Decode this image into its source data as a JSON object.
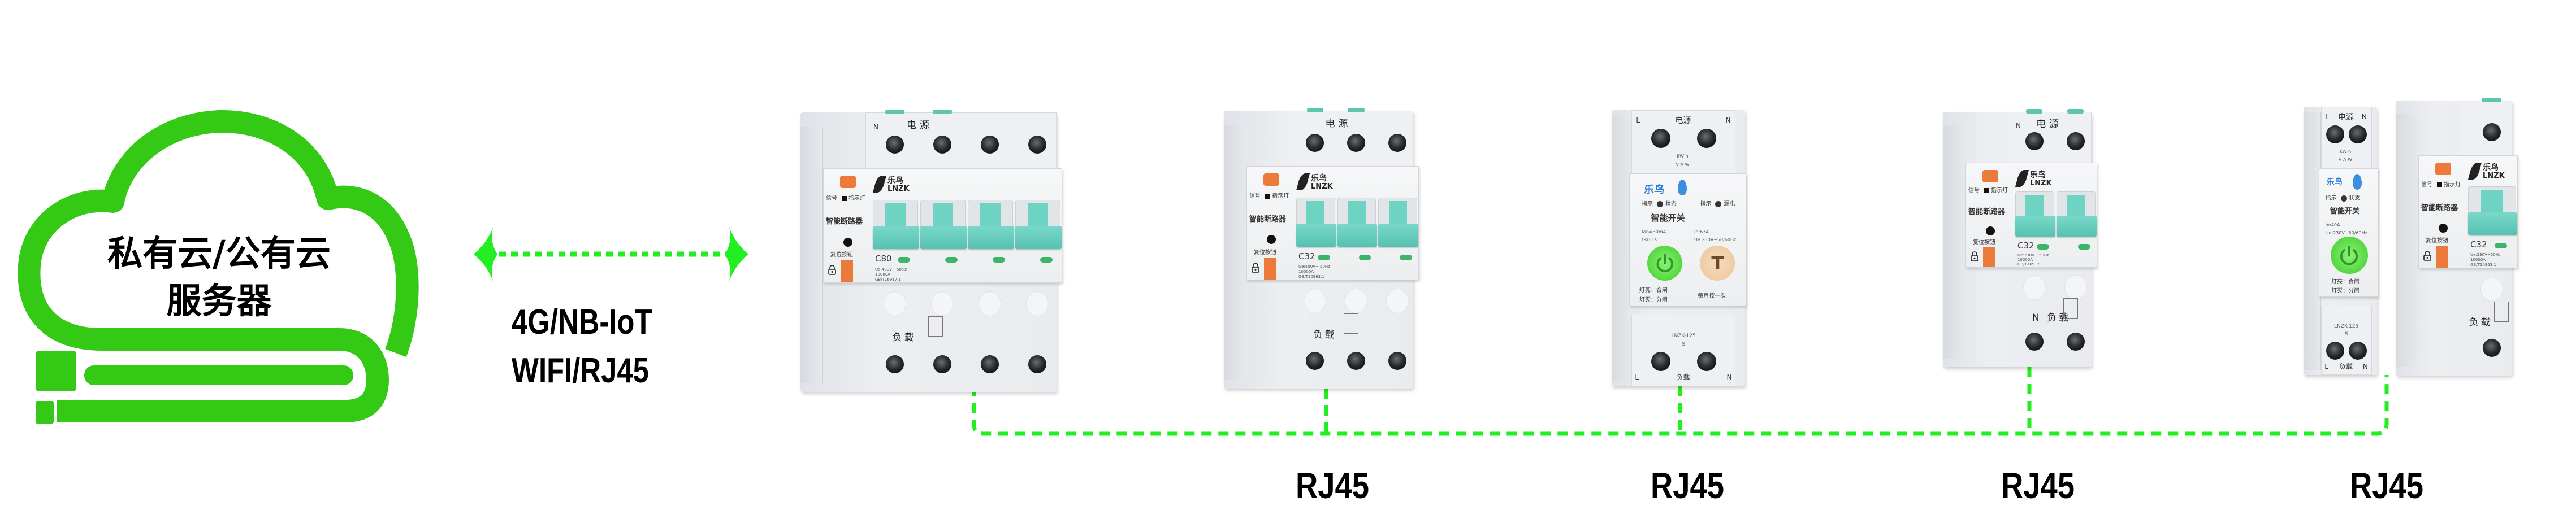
{
  "cloud": {
    "line1": "私有云/公有云",
    "line2": "服务器"
  },
  "link": {
    "line1": "4G/NB-IoT",
    "line2": "WIFI/RJ45"
  },
  "devices": [
    {
      "type": "breaker",
      "poles": 4,
      "power_label": "电源",
      "neutral_label": "N",
      "load_label": "负载",
      "brand": "乐鸟",
      "model": "LNZK",
      "title": "智能断路器",
      "signal_label": "信号",
      "indicator_label": "指示灯",
      "reset_label": "复位按钮",
      "rating": "C80",
      "spec": [
        "Ue:400V~ 50Hz",
        "10000A",
        "GB/T16917.1"
      ]
    },
    {
      "type": "breaker",
      "poles": 3,
      "power_label": "电源",
      "neutral_label": "",
      "load_label": "负载",
      "brand": "乐鸟",
      "model": "LNZK",
      "title": "智能断路器",
      "signal_label": "信号",
      "indicator_label": "指示灯",
      "reset_label": "复位按钮",
      "rating": "C32",
      "spec": [
        "Ue:400V~ 50Hz",
        "10000A",
        "GB/T10963.1"
      ]
    },
    {
      "type": "switch",
      "modules": 2,
      "power_label": "电源",
      "l_label": "L",
      "n_label": "N",
      "meter_label": "kW·h",
      "meter_units": "V  A  W",
      "brand": "乐鸟",
      "indicator_label": "指示",
      "status_label": "状态",
      "leak_label": "漏电",
      "title": "智能开关",
      "spec": [
        "In:63A",
        "Ue:230V~50/60Hz",
        "IΔn=30mA",
        "t≤0.1s"
      ],
      "on_text": "灯亮：合闸",
      "off_text": "灯灭：分闸",
      "test_button": "T",
      "test_text": "每月按一次",
      "model": "LNZK-125",
      "poles_label": "S",
      "load_label": "负载"
    },
    {
      "type": "breaker",
      "poles": 2,
      "power_label": "电源",
      "neutral_label": "N",
      "load_label": "N 负载",
      "brand": "乐鸟",
      "model": "LNZK",
      "title": "智能断路器",
      "signal_label": "信号",
      "indicator_label": "指示灯",
      "reset_label": "复位按钮",
      "rating": "C32",
      "spec": [
        "Ue:230V~ 50Hz",
        "10000A",
        "GB/T16917.1"
      ]
    },
    {
      "type": "switch",
      "modules": 1,
      "power_label": "电源",
      "l_label": "L",
      "n_label": "N",
      "meter_label": "kW·h",
      "meter_units": "V  A  W",
      "brand": "乐鸟",
      "indicator_label": "指示",
      "status_label": "状态",
      "title": "智能开关",
      "spec": [
        "In:40A",
        "Ue:230V~50/60Hz"
      ],
      "on_text": "灯亮：合闸",
      "off_text": "灯灭：分闸",
      "model": "LNZK-125",
      "poles_label": "S",
      "load_label": "负载"
    },
    {
      "type": "breaker",
      "poles": 1,
      "power_label": "",
      "neutral_label": "",
      "load_label": "负载",
      "brand": "乐鸟",
      "model": "LNZK",
      "title": "智能断路器",
      "signal_label": "信号",
      "indicator_label": "指示灯",
      "reset_label": "复位按钮",
      "rating": "C32",
      "spec": [
        "Ue:230V~50Hz",
        "10000A",
        "GB/T10963.1"
      ]
    }
  ],
  "rj45_labels": [
    "RJ45",
    "RJ45",
    "RJ45",
    "RJ45"
  ],
  "colors": {
    "cloud": "#33c914",
    "link_line": "#22ee22",
    "handle": "#6fd3c4",
    "test_button": "#ec7a3a",
    "power_button": "#54d83f"
  }
}
